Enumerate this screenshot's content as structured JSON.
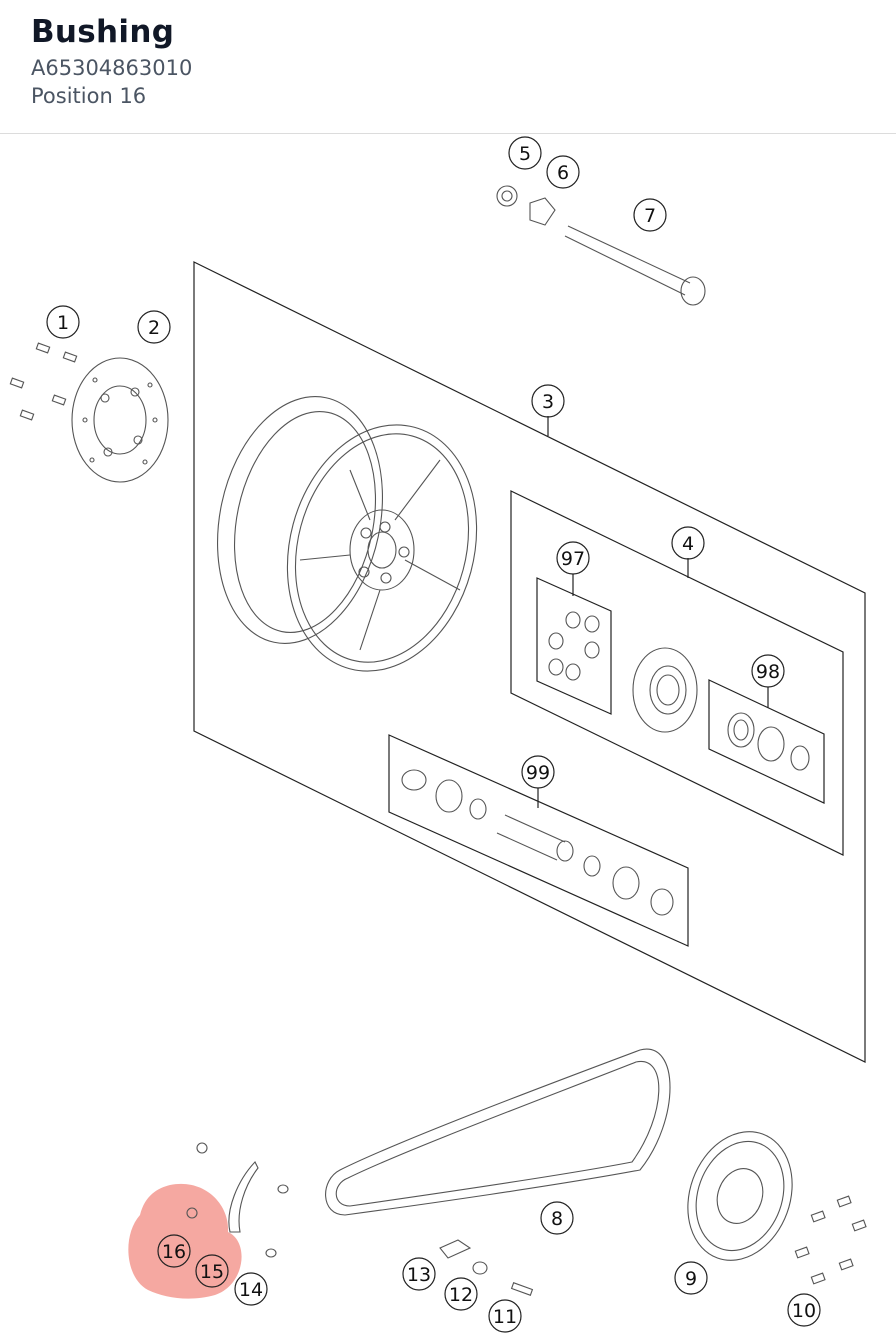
{
  "header": {
    "title": "Bushing",
    "part_number": "A65304863010",
    "position_label": "Position 16"
  },
  "diagram": {
    "highlight_color": "#f28b82",
    "callouts": [
      {
        "id": "c1",
        "label": "1"
      },
      {
        "id": "c2",
        "label": "2"
      },
      {
        "id": "c3",
        "label": "3"
      },
      {
        "id": "c4",
        "label": "4"
      },
      {
        "id": "c5",
        "label": "5"
      },
      {
        "id": "c6",
        "label": "6"
      },
      {
        "id": "c7",
        "label": "7"
      },
      {
        "id": "c8",
        "label": "8"
      },
      {
        "id": "c9",
        "label": "9"
      },
      {
        "id": "c10",
        "label": "10"
      },
      {
        "id": "c11",
        "label": "11"
      },
      {
        "id": "c12",
        "label": "12"
      },
      {
        "id": "c13",
        "label": "13"
      },
      {
        "id": "c14",
        "label": "14"
      },
      {
        "id": "c15",
        "label": "15"
      },
      {
        "id": "c16",
        "label": "16"
      },
      {
        "id": "c97",
        "label": "97"
      },
      {
        "id": "c98",
        "label": "98"
      },
      {
        "id": "c99",
        "label": "99"
      }
    ]
  }
}
